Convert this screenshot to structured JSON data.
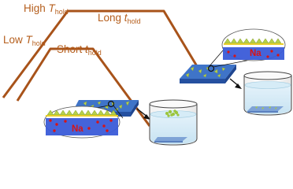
{
  "labels": {
    "high_prefix": "High ",
    "t_symbol": "T",
    "hold_sub": "hold",
    "long_prefix": "Long ",
    "t_lower": "t",
    "low_prefix": "Low ",
    "short_prefix": "Short ",
    "sodium": "Na"
  },
  "colors": {
    "curve": "#a8531a",
    "label": "#b55e1c",
    "substrate_top": "#3f74c8",
    "substrate_side": "#2550a0",
    "flake": "#b7d04a",
    "sodium": "#d91414",
    "water": "#cde7f4"
  }
}
